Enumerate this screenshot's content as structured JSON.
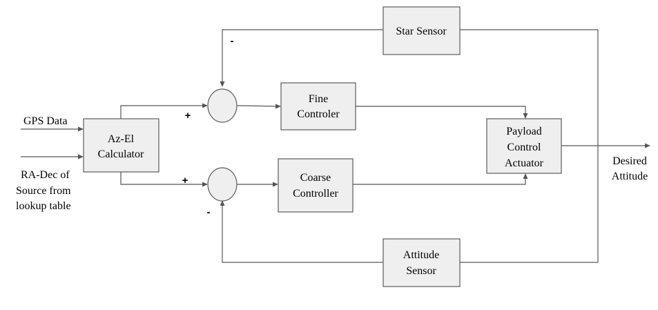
{
  "blocks": {
    "star_sensor": [
      "Star Sensor"
    ],
    "az_el": [
      "Az-El",
      "Calculator"
    ],
    "fine": [
      "Fine",
      "Controler"
    ],
    "coarse": [
      "Coarse",
      "Controller"
    ],
    "payload": [
      "Payload",
      "Control",
      "Actuator"
    ],
    "attitude_sensor": [
      "Attitude",
      "Sensor"
    ]
  },
  "inputs": {
    "gps": "GPS Data",
    "radec": [
      "RA-Dec of",
      "Source from",
      "lookup table"
    ]
  },
  "output": [
    "Desired",
    "Attitude"
  ],
  "signs": {
    "top_feedback": "-",
    "top_ref": "+",
    "bottom_ref": "+",
    "bottom_feedback": "-"
  }
}
